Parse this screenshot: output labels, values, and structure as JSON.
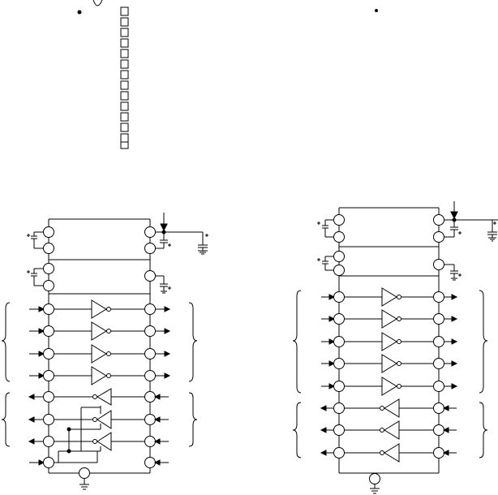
{
  "diagram": {
    "description_visible_text": [],
    "colors": {
      "stroke": "#000000",
      "background": "#ffffff"
    },
    "top_left_package": {
      "pin_boxes": 14,
      "pin1_dot": true,
      "notch": true
    },
    "top_right_package": {
      "pin1_dot": true
    },
    "left_circuit": {
      "inverter_channels": 4,
      "reverse_buffer_channels": 3,
      "supply_caps": 3,
      "ground_symbol": true
    },
    "right_circuit": {
      "inverter_channels": 5,
      "reverse_buffer_channels": 3,
      "supply_caps": 3,
      "ground_symbol": true
    },
    "icons": [
      "pin1-dot-icon",
      "ground-icon",
      "capacitor-icon",
      "arrow-icon",
      "inverter-icon"
    ]
  }
}
